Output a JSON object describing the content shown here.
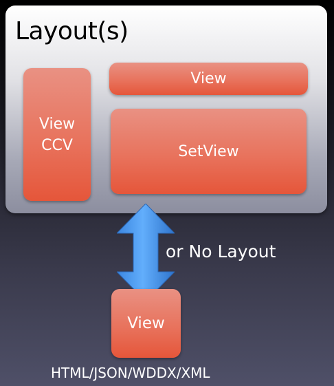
{
  "layout_panel": {
    "title": "Layout(s)",
    "view_ccv": [
      "View",
      "CCV"
    ],
    "view_top": "View",
    "set_view": "SetView"
  },
  "connector": {
    "label": "or No Layout",
    "arrow_icon": "double-vertical-arrow-icon",
    "arrow_color": "#4a9bf0"
  },
  "bottom_view": {
    "label": "View",
    "formats": "HTML/JSON/WDDX/XML"
  },
  "colors": {
    "box_top": "#e99183",
    "box_bottom": "#e5563a",
    "panel_top": "#ffffff",
    "panel_bottom": "#8c8e9f"
  }
}
